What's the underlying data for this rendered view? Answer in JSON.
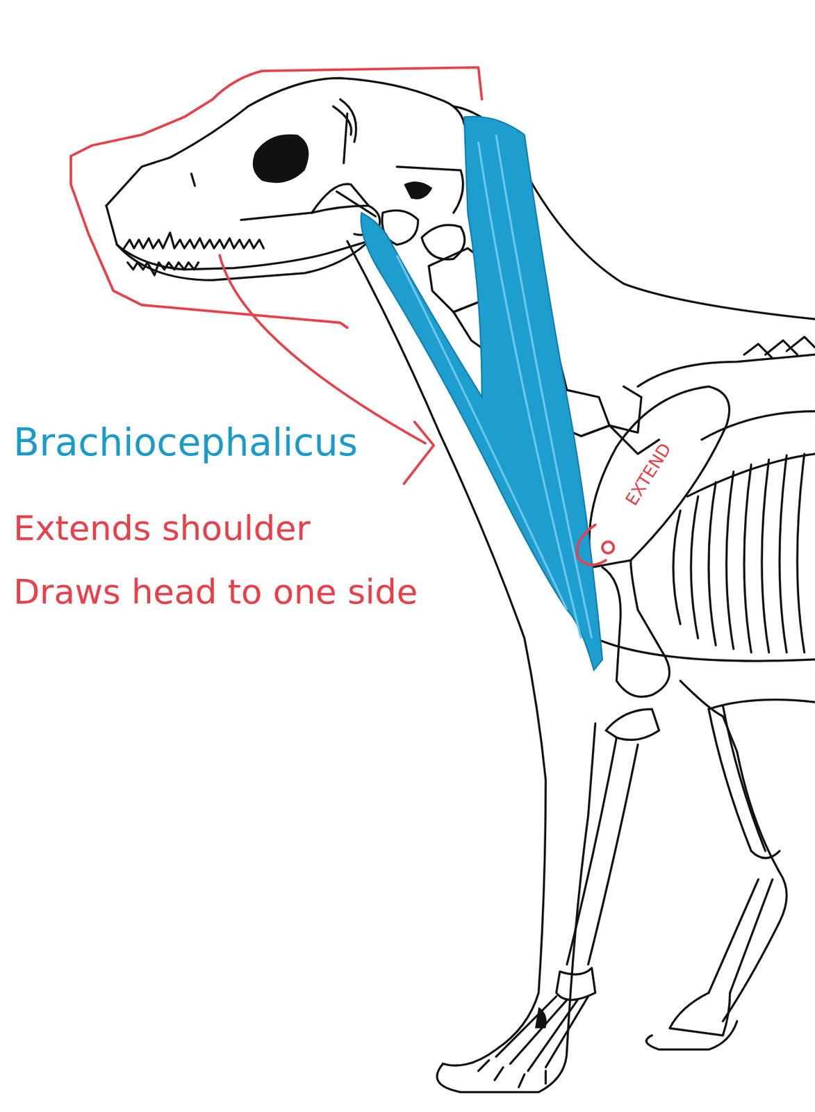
{
  "diagram": {
    "labels": [
      "Brachiocephalicus",
      "Extends shoulder",
      "Draws head to one side",
      "EXTEND"
    ]
  }
}
